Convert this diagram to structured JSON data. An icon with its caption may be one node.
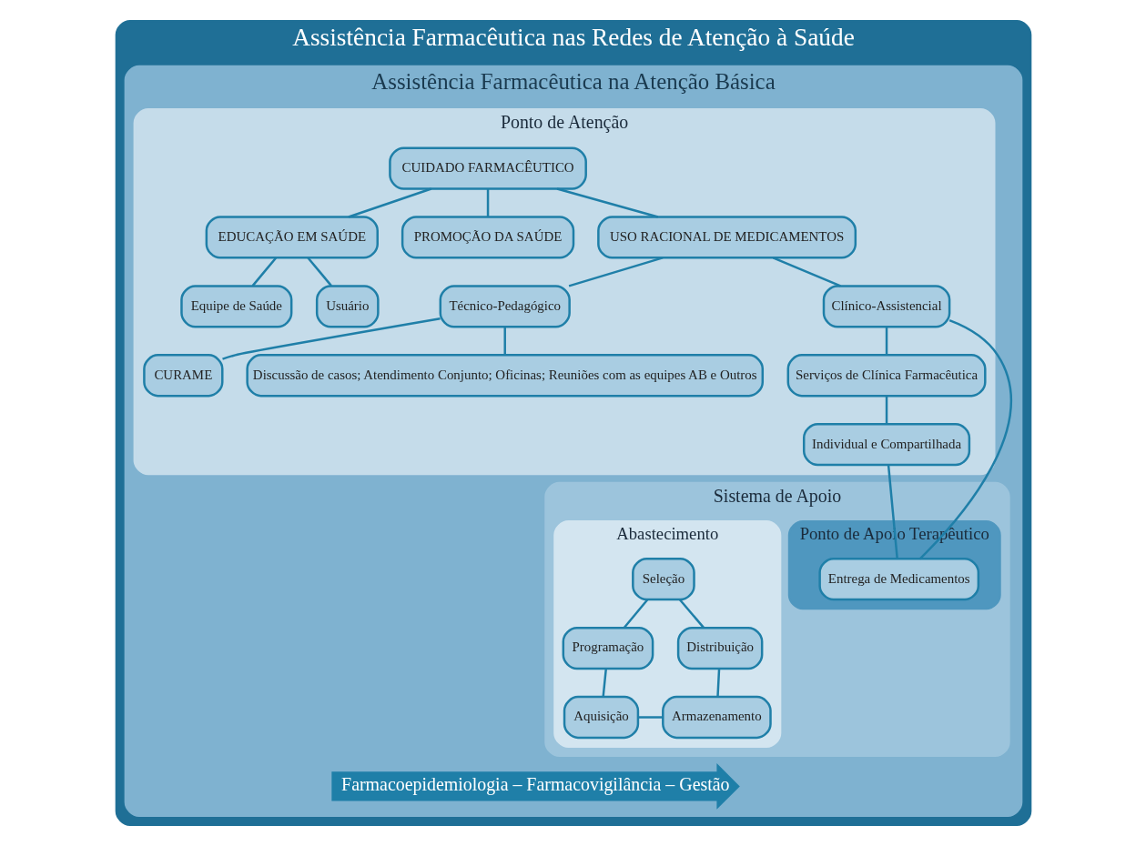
{
  "diagram": {
    "nodes": [
      {
        "text": [
          "Assistência Farmacêutica nas Redes de Atenção à Saúde"
        ]
      },
      {
        "text": [
          "Assistência Farmacêutica na Atenção Básica"
        ],
        "in": 0
      },
      {
        "text": [
          "Ponto de Atenção"
        ],
        "in": 1
      },
      {
        "text": [
          "Sistema de Apoio"
        ],
        "in": 1
      },
      {
        "text": [
          "Ponto de Apoio Terapêutico"
        ],
        "in": 3
      },
      {
        "text": [
          "Abastecimento"
        ],
        "in": 3
      },
      {
        "text": [
          "CUIDADO FARMACÊUTICO"
        ],
        "in": 2
      },
      {
        "text": [
          "EDUCAÇÃO EM SAÚDE"
        ],
        "in": 2
      },
      {
        "text": [
          "PROMOÇÃO DA SAÚDE"
        ],
        "in": 2
      },
      {
        "text": [
          "USO RACIONAL DE MEDICAMENTOS"
        ],
        "in": 2
      },
      {
        "text": [
          "Equipe de Saúde"
        ],
        "in": 2
      },
      {
        "text": [
          "Usuário"
        ],
        "in": 2
      },
      {
        "text": [
          "Técnico-Pedagógico"
        ],
        "in": 2
      },
      {
        "text": [
          "CURAME"
        ],
        "in": 2
      },
      {
        "text": [
          "Discussão de casos; Atendimento Conjunto; Oficinas; Reuniões com as equipes AB e Outros"
        ],
        "in": 2
      },
      {
        "text": [
          "Clínico-Assistencial"
        ],
        "in": 2
      },
      {
        "text": [
          "Serviços de Clínica Farmacêutica"
        ],
        "in": 2
      },
      {
        "text": [
          "Individual e Compartilhada"
        ],
        "in": 2
      },
      {
        "text": [
          "Entrega de Medicamentos"
        ],
        "in": 4
      },
      {
        "text": [
          "Seleção"
        ],
        "in": 5
      },
      {
        "text": [
          "Programação"
        ],
        "in": 5
      },
      {
        "text": [
          "Aquisição"
        ],
        "in": 5
      },
      {
        "text": [
          "Armazenamento"
        ],
        "in": 5
      },
      {
        "text": [
          "Distribuição"
        ],
        "in": 5
      },
      {
        "text": [
          "Farmacoepidemiologia – Farmacovigilância – Gestão"
        ],
        "in": 1
      }
    ],
    "edges": [
      {
        "from": 6,
        "to": 7,
        "arrow": "none"
      },
      {
        "from": 6,
        "to": 8,
        "arrow": "none"
      },
      {
        "from": 6,
        "to": 9,
        "arrow": "none"
      },
      {
        "from": 7,
        "to": 10,
        "arrow": "none"
      },
      {
        "from": 7,
        "to": 11,
        "arrow": "none"
      },
      {
        "from": 9,
        "to": 12,
        "arrow": "none"
      },
      {
        "from": 9,
        "to": 15,
        "arrow": "none"
      },
      {
        "from": 12,
        "to": 13,
        "arrow": "none"
      },
      {
        "from": 12,
        "to": 14,
        "arrow": "none"
      },
      {
        "from": 15,
        "to": 16,
        "arrow": "none"
      },
      {
        "from": 16,
        "to": 17,
        "arrow": "none"
      },
      {
        "from": 15,
        "to": 18,
        "arrow": "none"
      },
      {
        "from": 17,
        "to": 18,
        "arrow": "none"
      },
      {
        "from": 19,
        "to": 20,
        "arrow": "none"
      },
      {
        "from": 20,
        "to": 21,
        "arrow": "none"
      },
      {
        "from": 21,
        "to": 22,
        "arrow": "none"
      },
      {
        "from": 22,
        "to": 23,
        "arrow": "none"
      },
      {
        "from": 23,
        "to": 19,
        "arrow": "none"
      }
    ]
  }
}
